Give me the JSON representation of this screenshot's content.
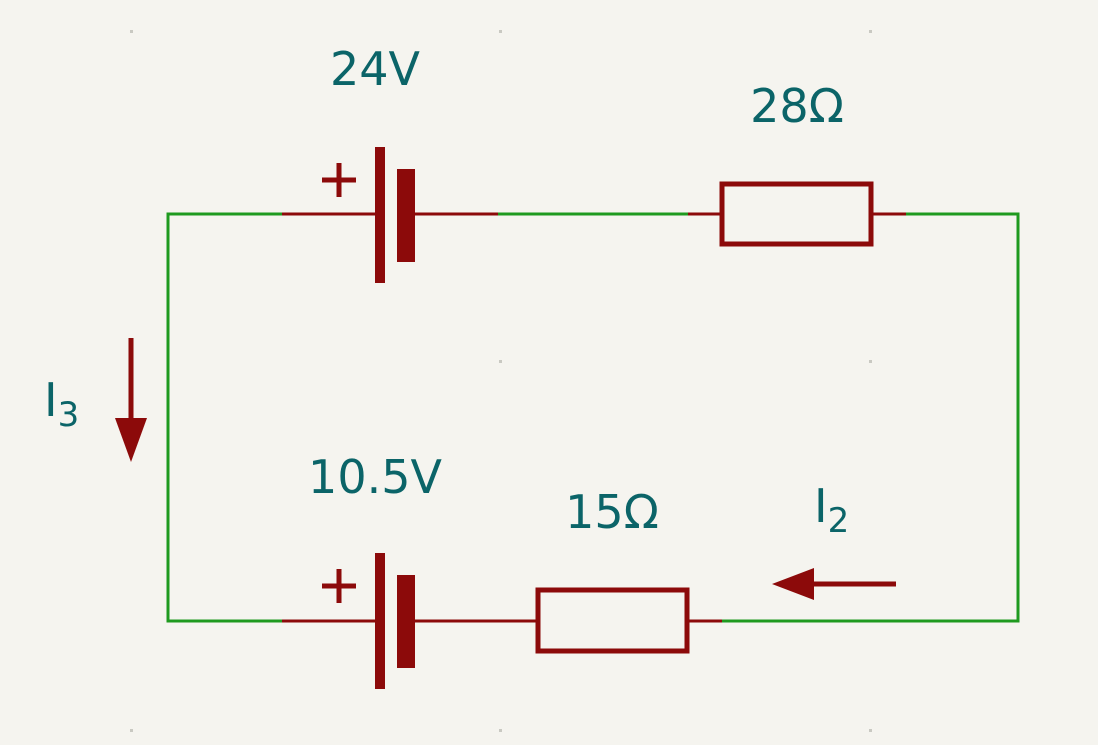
{
  "components": {
    "battery_top": {
      "label": "24V"
    },
    "resistor_top": {
      "label": "28Ω"
    },
    "battery_bottom": {
      "label": "10.5V"
    },
    "resistor_bottom": {
      "label": "15Ω"
    }
  },
  "currents": {
    "left": {
      "main": "I",
      "sub": "3"
    },
    "bottom": {
      "main": "I",
      "sub": "2"
    }
  },
  "polarity_symbol": "+",
  "colors": {
    "background": "#f5f4ef",
    "wire": "#1f9a1f",
    "component": "#8c0a0a",
    "label": "#0b6468"
  }
}
